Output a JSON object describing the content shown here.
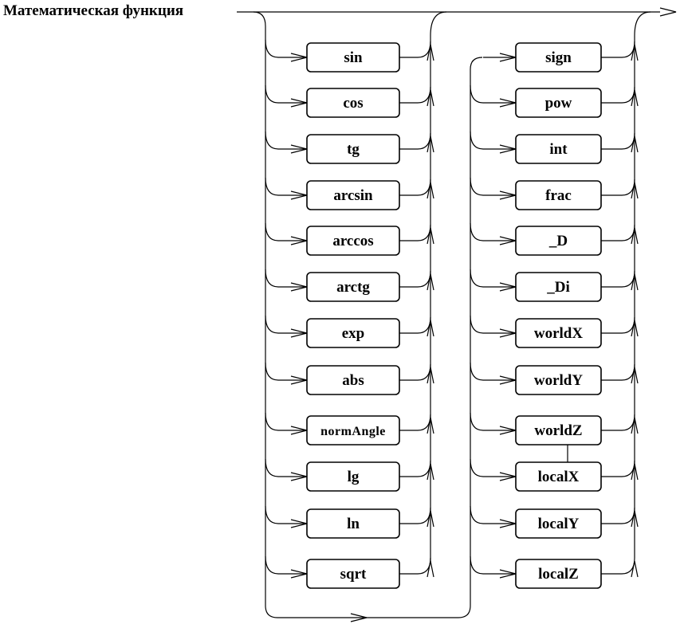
{
  "title": "Математическая функция",
  "left_column": [
    "sin",
    "cos",
    "tg",
    "arcsin",
    "arccos",
    "arctg",
    "exp",
    "abs",
    "normAngle",
    "lg",
    "ln",
    "sqrt"
  ],
  "right_column": [
    "sign",
    "pow",
    "int",
    "frac",
    "_D",
    "_Di",
    "worldX",
    "worldY",
    "worldZ",
    "localX",
    "localY",
    "localZ"
  ]
}
